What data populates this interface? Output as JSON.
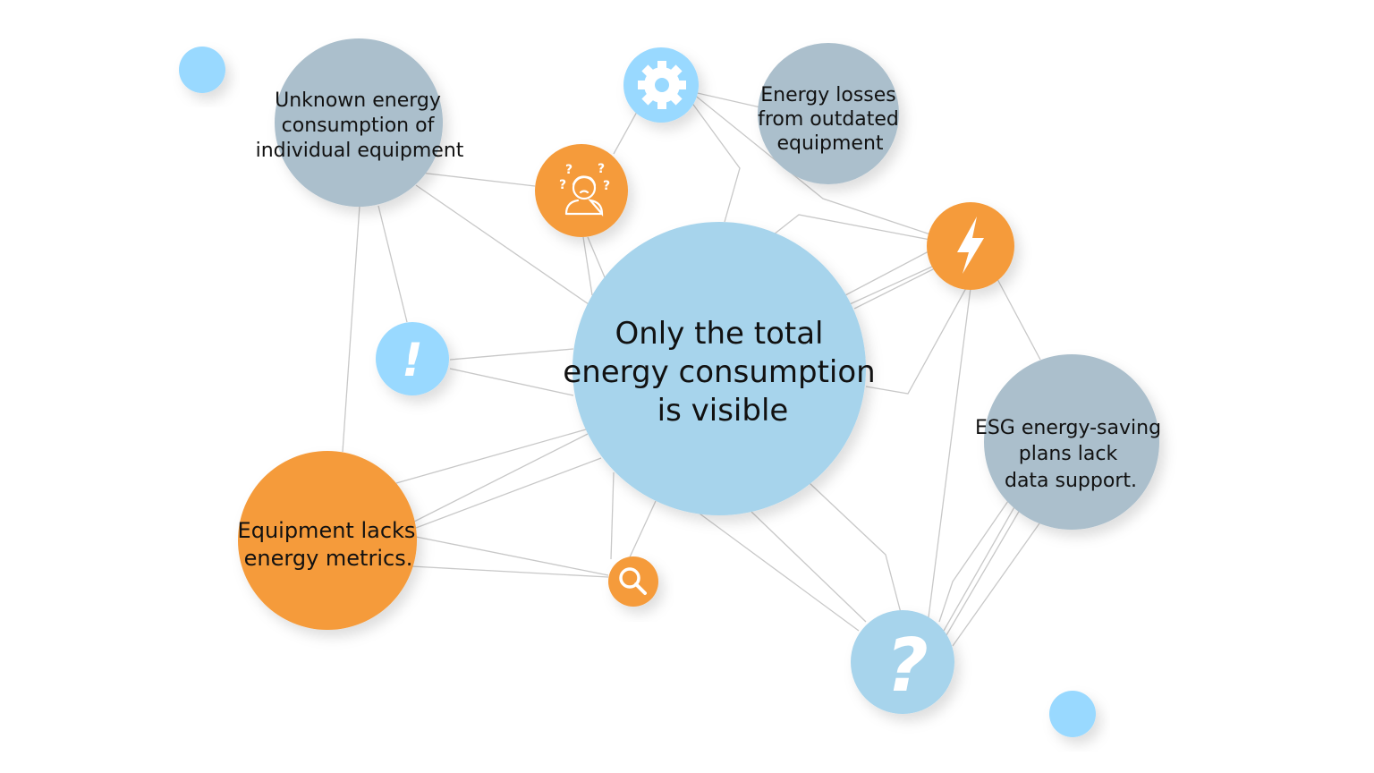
{
  "colors": {
    "orange": "#F59B3A",
    "light_blue": "#99D9FF",
    "mid_blue": "#A7D4EC",
    "gray": "#ABBFCC"
  },
  "nodes": {
    "center": {
      "lines": [
        "Only the total",
        "energy consumption",
        "is visible"
      ]
    },
    "unknown": {
      "lines": [
        "Unknown energy",
        "consumption of",
        "individual equipment"
      ]
    },
    "losses": {
      "lines": [
        "Energy losses",
        "from outdated",
        "equipment"
      ]
    },
    "esg": {
      "lines": [
        "ESG energy-saving",
        "plans lack",
        "data support."
      ]
    },
    "metrics": {
      "lines": [
        "Equipment lacks",
        "energy metrics."
      ]
    }
  },
  "icons": [
    "gear-icon",
    "confused-person-icon",
    "exclamation-icon",
    "lightning-icon",
    "search-icon",
    "question-icon"
  ],
  "glyphs": {
    "exclamation": "!",
    "question": "?"
  }
}
